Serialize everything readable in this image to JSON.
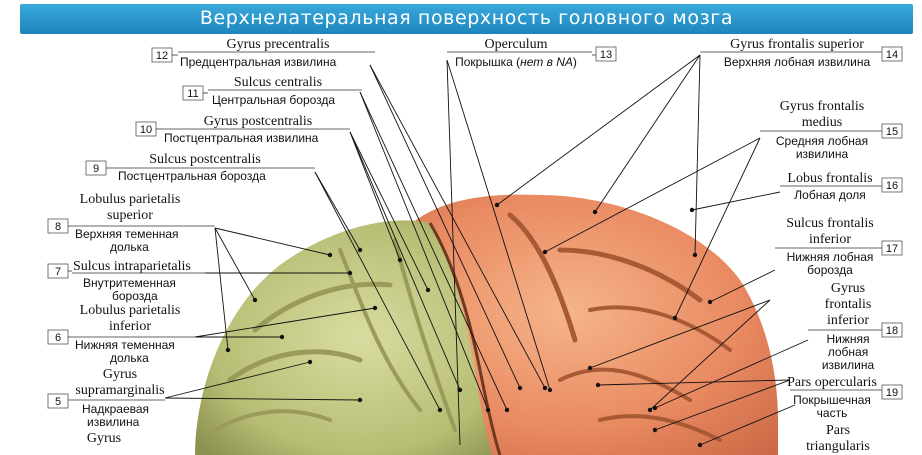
{
  "title": "Верхнелатеральная поверхность головного мозга",
  "labels": {
    "n12": {
      "num": "12",
      "lat": "Gyrus precentralis",
      "ru": "Предцентральная извилина"
    },
    "n11": {
      "num": "11",
      "lat": "Sulcus centralis",
      "ru": "Центральная борозда"
    },
    "n10": {
      "num": "10",
      "lat": "Gyrus postcentralis",
      "ru": "Постцентральная извилина"
    },
    "n9": {
      "num": "9",
      "lat": "Sulcus postcentralis",
      "ru": "Постцентральная борозда"
    },
    "n8": {
      "num": "8",
      "lat1": "Lobulus parietalis",
      "lat2": "superior",
      "ru1": "Верхняя теменная",
      "ru2": "долька"
    },
    "n7": {
      "num": "7",
      "lat": "Sulcus intraparietalis",
      "ru1": "Внутритеменная",
      "ru2": "борозда"
    },
    "n6": {
      "num": "6",
      "lat1": "Lobulus parietalis",
      "lat2": "inferior",
      "ru1": "Нижняя теменная",
      "ru2": "долька"
    },
    "n5": {
      "num": "5",
      "lat1": "Gyrus",
      "lat2": "supramarginalis",
      "ru1": "Надкраевая",
      "ru2": "извилина"
    },
    "n4partial": {
      "lat": "Gyrus"
    },
    "n13": {
      "num": "13",
      "lat": "Operculum",
      "ru_a": "Покрышка (",
      "ru_b": "нет в NA",
      "ru_c": ")"
    },
    "n14": {
      "num": "14",
      "lat": "Gyrus frontalis superior",
      "ru": "Верхняя лобная извилина"
    },
    "n15": {
      "num": "15",
      "lat1": "Gyrus frontalis",
      "lat2": "medius",
      "ru1": "Средняя лобная",
      "ru2": "извилина"
    },
    "n16": {
      "num": "16",
      "lat": "Lobus frontalis",
      "ru": "Лобная доля"
    },
    "n17": {
      "num": "17",
      "lat1": "Sulcus frontalis",
      "lat2": "inferior",
      "ru1": "Нижняя лобная",
      "ru2": "борозда"
    },
    "n18": {
      "num": "18",
      "lat1": "Gyrus",
      "lat2": "frontalis",
      "lat3": "inferior",
      "ru1": "Нижняя",
      "ru2": "лобная",
      "ru3": "извилина"
    },
    "n19": {
      "num": "19",
      "lat": "Pars opercularis",
      "ru1": "Покрышечная",
      "ru2": "часть"
    },
    "n20partial": {
      "lat1": "Pars",
      "lat2": "triangularis"
    }
  }
}
